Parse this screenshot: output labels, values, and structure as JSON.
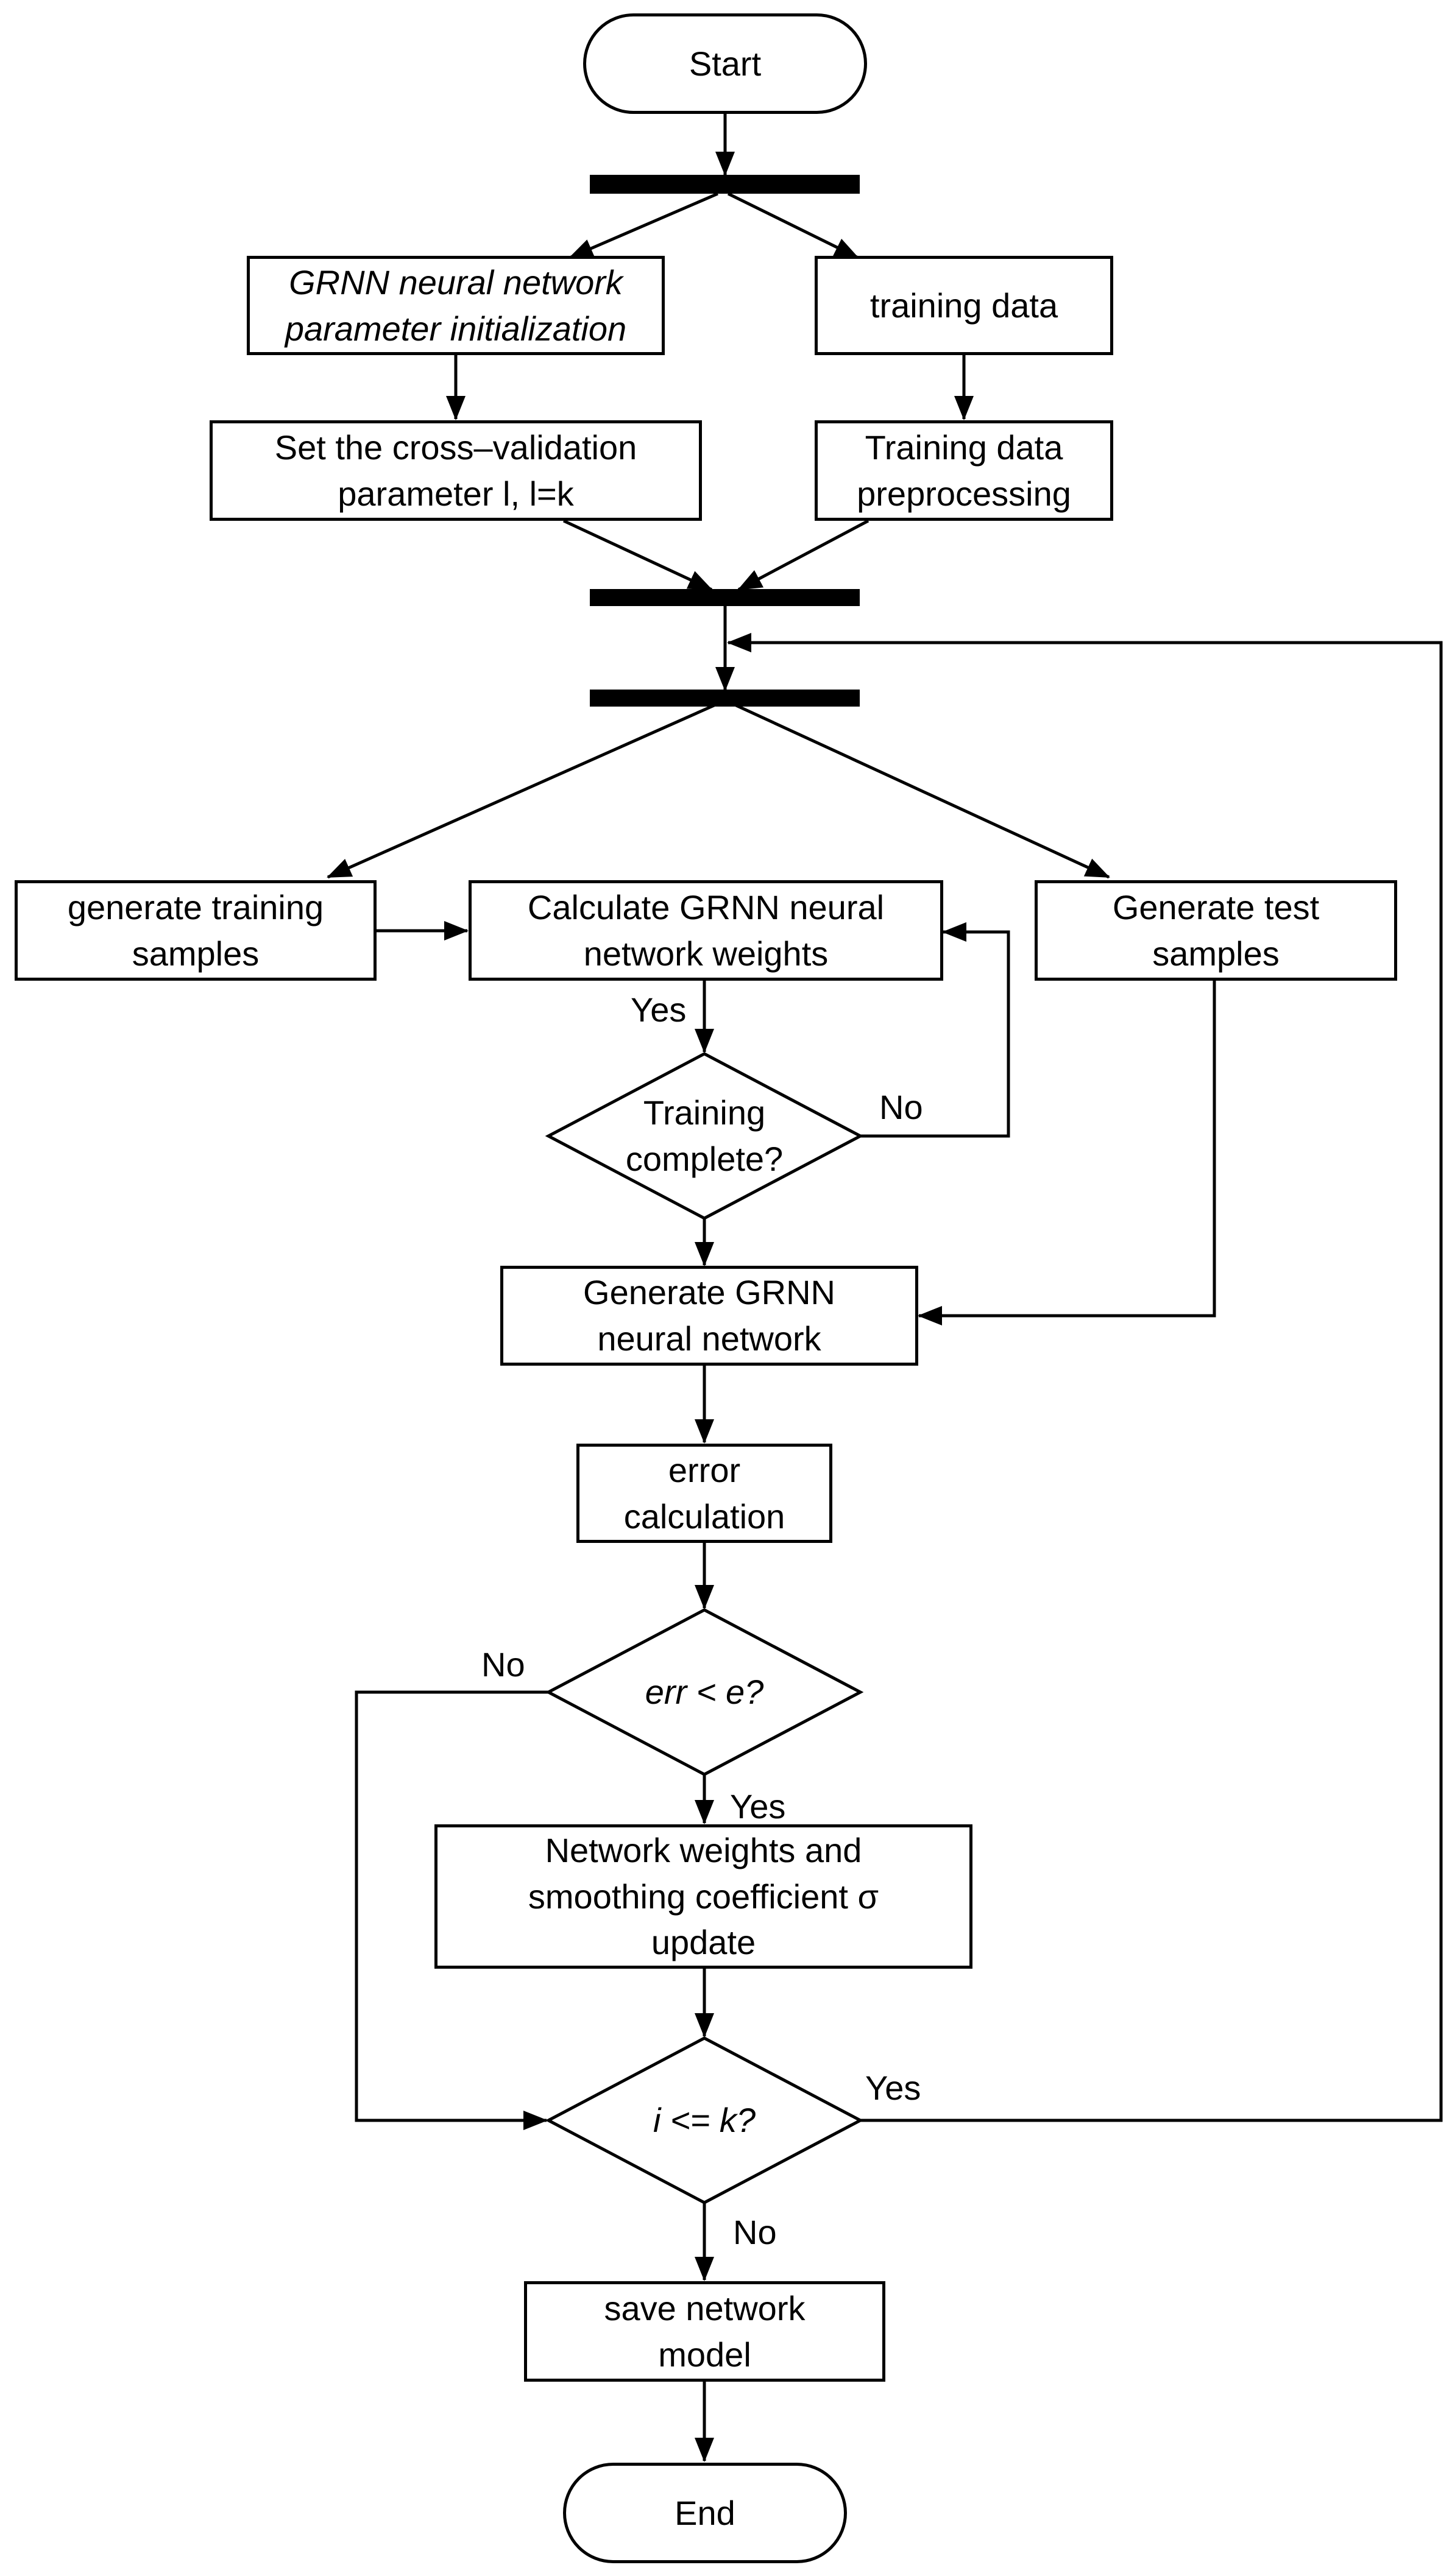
{
  "nodes": {
    "start": "Start",
    "grnn_init": "GRNN neural network\nparameter initialization",
    "training_data": "training data",
    "cross_validation": "Set the cross–validation\nparameter l, l=k",
    "preprocessing": "Training data\npreprocessing",
    "gen_training": "generate training\nsamples",
    "calc_weights": "Calculate GRNN neural\nnetwork weights",
    "gen_test": "Generate test\nsamples",
    "training_complete": "Training\ncomplete?",
    "gen_network": "Generate GRNN\nneural network",
    "error_calc": "error\ncalculation",
    "err_check": "err < e?",
    "update": "Network weights and\nsmoothing coefficient σ\nupdate",
    "i_check": "i <= k?",
    "save_model": "save network\nmodel",
    "end": "End"
  },
  "labels": {
    "calc_yes": "Yes",
    "train_no": "No",
    "err_no": "No",
    "err_yes": "Yes",
    "i_yes": "Yes",
    "i_no": "No"
  }
}
